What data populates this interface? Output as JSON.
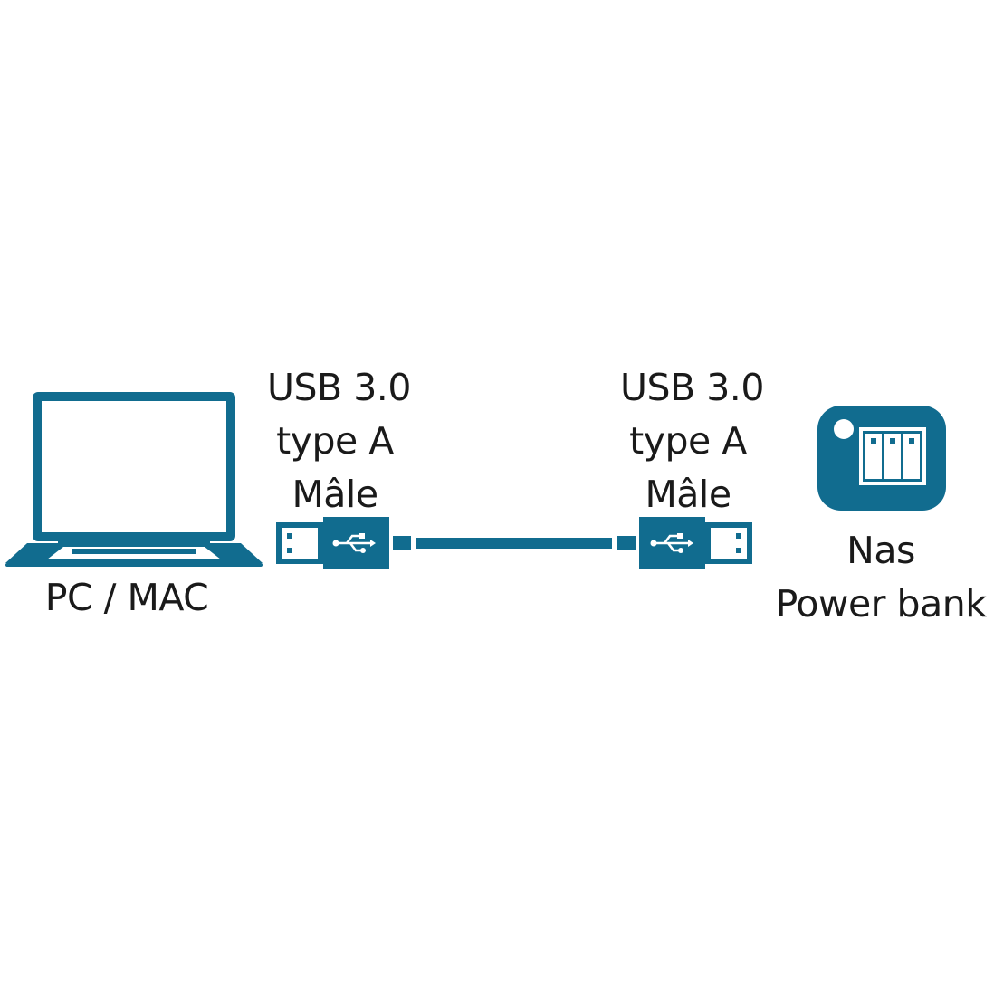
{
  "colors": {
    "accent": "#116c8f",
    "background": "#ffffff",
    "text": "#1a1a1a"
  },
  "left_device": {
    "icon": "laptop-icon",
    "label": "PC / MAC"
  },
  "left_connector": {
    "icon": "usb-plug-icon",
    "line1": "USB 3.0",
    "line2": "type A",
    "line3": "Mâle"
  },
  "right_connector": {
    "icon": "usb-plug-icon",
    "line1": "USB 3.0",
    "line2": "type A",
    "line3": "Mâle"
  },
  "right_device": {
    "icon": "nas-icon",
    "line1": "Nas",
    "line2": "Power bank"
  }
}
